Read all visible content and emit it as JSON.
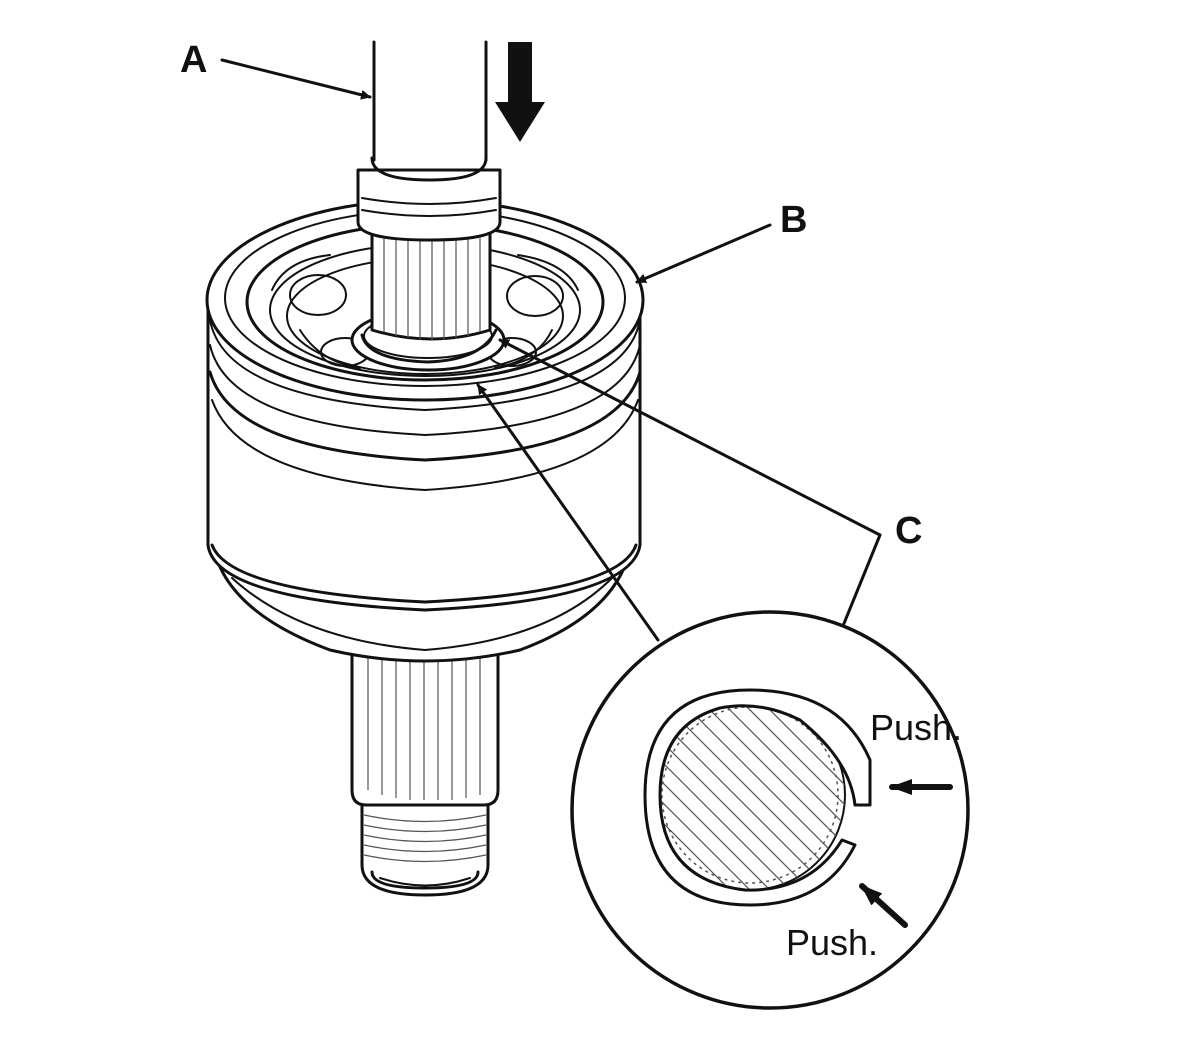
{
  "diagram": {
    "labels": {
      "a": "A",
      "b": "B",
      "c": "C",
      "push_upper": "Push.",
      "push_lower": "Push."
    },
    "colors": {
      "line": "#111111",
      "background": "#ffffff"
    },
    "icons": {
      "direction_arrow": "arrow-down-icon",
      "push_arrows": "arrow-left-icon"
    }
  }
}
